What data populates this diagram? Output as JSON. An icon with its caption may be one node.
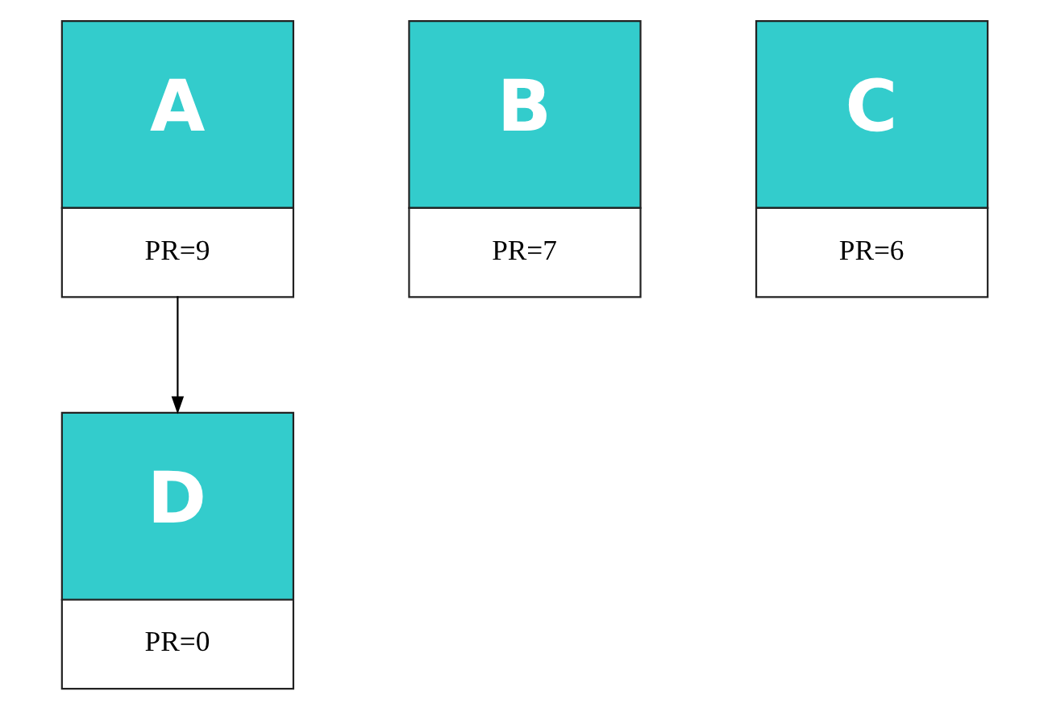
{
  "diagram": {
    "nodes": [
      {
        "text": [
          "A",
          "PR=9"
        ]
      },
      {
        "text": [
          "B",
          "PR=7"
        ]
      },
      {
        "text": [
          "C",
          "PR=6"
        ]
      },
      {
        "text": [
          "D",
          "PR=0"
        ]
      }
    ],
    "edges": [
      {
        "from": 0,
        "to": 3,
        "arrow": "to"
      }
    ]
  }
}
